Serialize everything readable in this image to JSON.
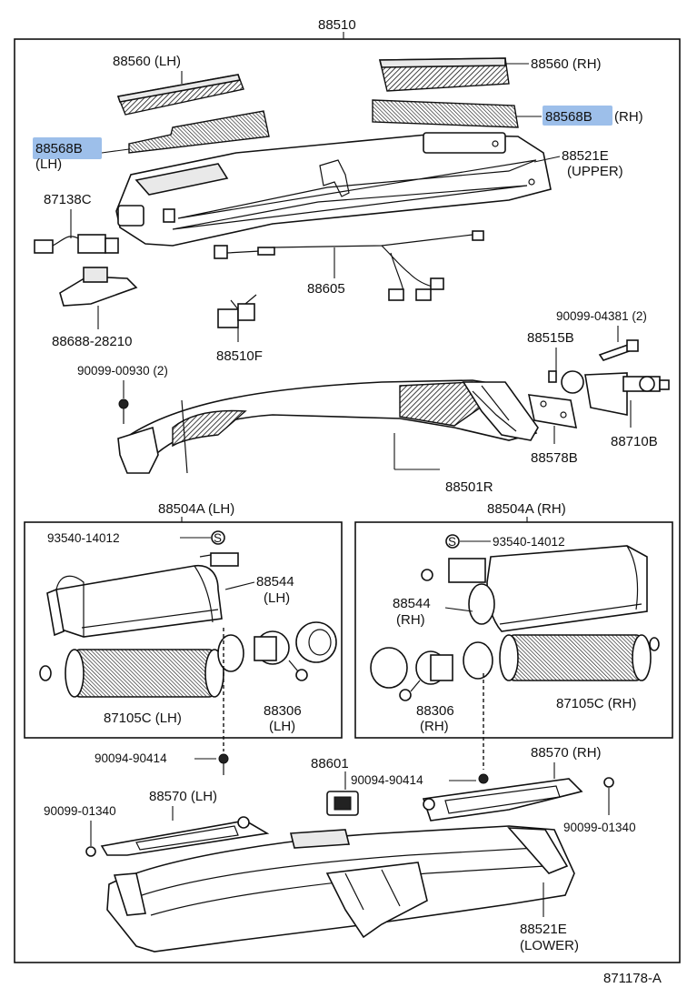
{
  "labels": {
    "top": "88510",
    "filter_lh": "88560 (LH)",
    "filter_rh": "88560 (RH)",
    "seal_rh": "88568B",
    "seal_rh_side": "(RH)",
    "seal_lh": "88568B",
    "seal_lh_side": "(LH)",
    "case_upper": "88521E",
    "case_upper_sub": "(UPPER)",
    "switch": "87138C",
    "harness": "88605",
    "bracket": "88688-28210",
    "connector": "88510F",
    "bolt_top": "90099-04381 (2)",
    "part_88515b": "88515B",
    "screw_left": "90099-00930 (2)",
    "valve": "88710B",
    "plate": "88578B",
    "evaporator": "88501R",
    "blower_lh": "88504A (LH)",
    "blower_rh": "88504A (RH)",
    "clip_lh": "93540-14012",
    "clip_rh": "93540-14012",
    "housing_lh": "88544",
    "housing_lh_side": "(LH)",
    "housing_rh": "88544",
    "housing_rh_side": "(RH)",
    "fan_lh": "87105C (LH)",
    "fan_rh": "87105C (RH)",
    "motor_lh": "88306",
    "motor_lh_side": "(LH)",
    "motor_rh": "88306",
    "motor_rh_side": "(RH)",
    "screw_lh": "90094-90414",
    "screw_rh": "90094-90414",
    "part_88601": "88601",
    "duct_lh": "88570 (LH)",
    "duct_rh": "88570 (RH)",
    "nut_lh": "90099-01340",
    "nut_rh": "90099-01340",
    "case_lower": "88521E",
    "case_lower_sub": "(LOWER)",
    "ref": "871178-A"
  },
  "highlight_color": "#4d8ad8"
}
